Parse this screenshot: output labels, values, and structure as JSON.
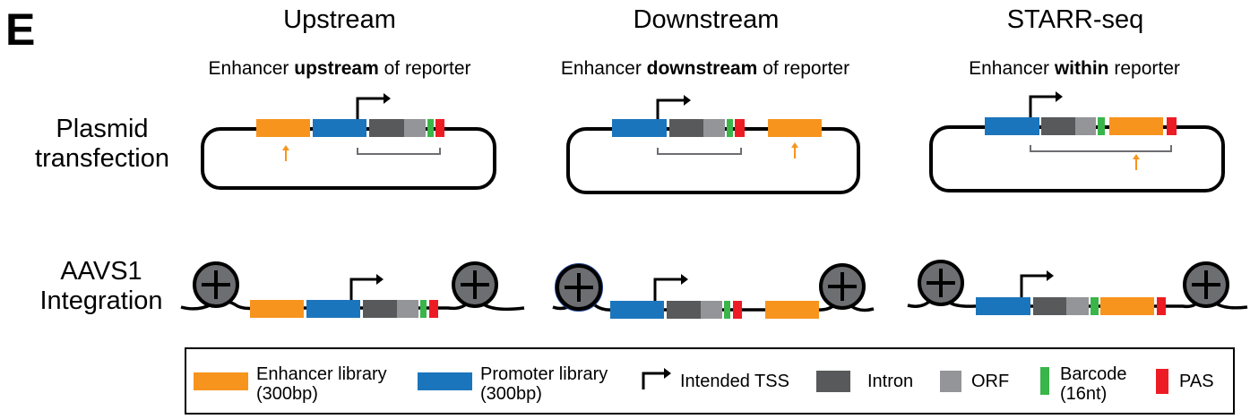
{
  "panel_letter": "E",
  "columns": [
    {
      "title": "Upstream",
      "subtitle_pre": "Enhancer ",
      "subtitle_bold": "upstream",
      "subtitle_post": " of reporter"
    },
    {
      "title": "Downstream",
      "subtitle_pre": "Enhancer ",
      "subtitle_bold": "downstream",
      "subtitle_post": " of reporter"
    },
    {
      "title": "STARR-seq",
      "subtitle_pre": "Enhancer ",
      "subtitle_bold": "within",
      "subtitle_post": " reporter"
    }
  ],
  "rows": {
    "plasmid": {
      "line1": "Plasmid",
      "line2": "transfection"
    },
    "aavs1": {
      "line1": "AAVS1",
      "line2": "Integration"
    }
  },
  "legend": {
    "enhancer": {
      "line1": "Enhancer library",
      "line2": "(300bp)"
    },
    "promoter": {
      "line1": "Promoter library",
      "line2": "(300bp)"
    },
    "tss": "Intended TSS",
    "intron": "Intron",
    "orf": "ORF",
    "barcode": {
      "line1": "Barcode",
      "line2": "(16nt)"
    },
    "pas": "PAS"
  },
  "colors": {
    "enhancer": "#F7941D",
    "promoter": "#1B75BC",
    "intron": "#58595B",
    "orf": "#939598",
    "barcode": "#39B54A",
    "pas": "#ED1C24",
    "nucleosome": "#6D6E71"
  }
}
